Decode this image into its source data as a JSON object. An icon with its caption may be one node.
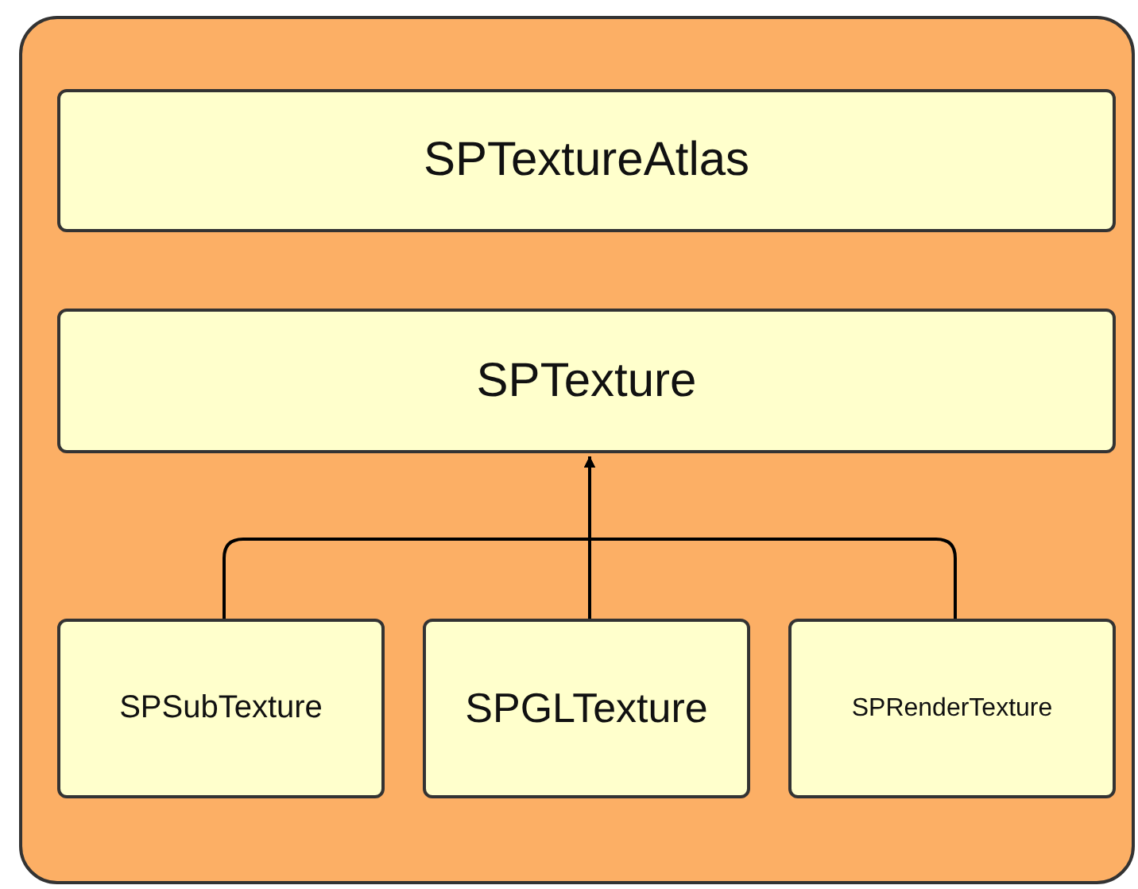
{
  "diagram": {
    "nodes": [
      {
        "text": [],
        "shape": "box"
      },
      {
        "text": [
          "SPTextureAtlas"
        ],
        "in": 0
      },
      {
        "text": [
          "SPTexture"
        ],
        "in": 0
      },
      {
        "text": [
          "SPSubTexture"
        ],
        "in": 0
      },
      {
        "text": [
          "SPGLTexture"
        ],
        "in": 0
      },
      {
        "text": [
          "SPRenderTexture"
        ],
        "in": 0
      }
    ],
    "edges": [
      {
        "from": 3,
        "to": 2,
        "arrow": "to"
      },
      {
        "from": 4,
        "to": 2,
        "arrow": "to"
      },
      {
        "from": 5,
        "to": 2,
        "arrow": "to"
      }
    ]
  }
}
